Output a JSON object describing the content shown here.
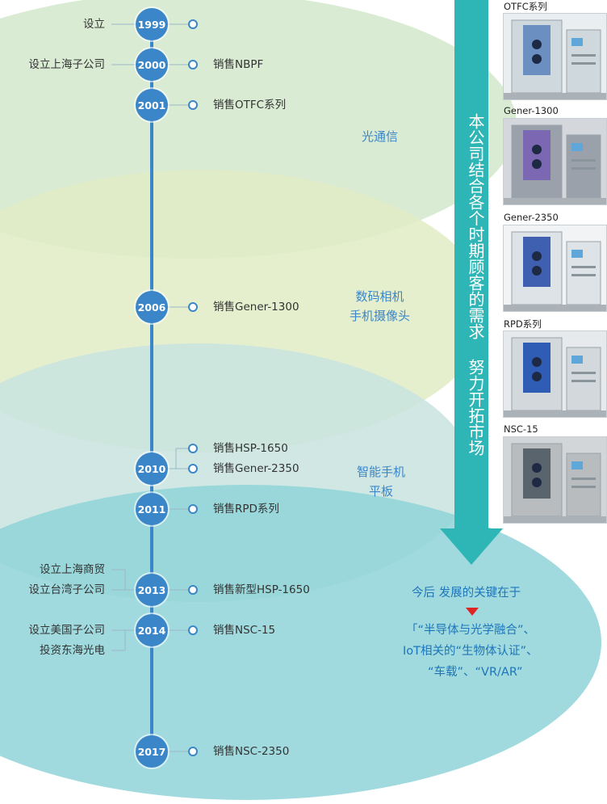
{
  "colors": {
    "spine": "#3a86c8",
    "arrow": "#2eb5b5",
    "era_text": "#3a86c8",
    "future_text": "#1d75b8",
    "marker": "#e02424"
  },
  "timeline": [
    {
      "year": "1999",
      "left": [
        "设立"
      ],
      "right": []
    },
    {
      "year": "2000",
      "left": [
        "设立上海子公司"
      ],
      "right": [
        "销售NBPF"
      ]
    },
    {
      "year": "2001",
      "left": [],
      "right": [
        "销售OTFC系列"
      ]
    },
    {
      "year": "2006",
      "left": [],
      "right": [
        "销售Gener-1300"
      ]
    },
    {
      "year": "2010",
      "left": [],
      "right": [
        "销售HSP-1650",
        "销售Gener-2350"
      ]
    },
    {
      "year": "2011",
      "left": [],
      "right": [
        "销售RPD系列"
      ]
    },
    {
      "year": "2013",
      "left": [
        "设立上海商贸",
        "设立台湾子公司"
      ],
      "right": [
        "销售新型HSP-1650"
      ]
    },
    {
      "year": "2014",
      "left": [
        "设立美国子公司",
        "投资东海光电"
      ],
      "right": [
        "销售NSC-15"
      ]
    },
    {
      "year": "2017",
      "left": [],
      "right": [
        "销售NSC-2350"
      ]
    }
  ],
  "eras": [
    {
      "lines": [
        "光通信"
      ]
    },
    {
      "lines": [
        "数码相机",
        "手机摄像头"
      ]
    },
    {
      "lines": [
        "智能手机",
        "平板"
      ]
    }
  ],
  "arrow_text": "本公司结合各个时期顾客的需求 努力开拓市场",
  "products": [
    {
      "label": "OTFC系列",
      "icon": "machine-photo-icon"
    },
    {
      "label": "Gener-1300",
      "icon": "machine-photo-icon"
    },
    {
      "label": "Gener-2350",
      "icon": "machine-photo-icon"
    },
    {
      "label": "RPD系列",
      "icon": "machine-photo-icon"
    },
    {
      "label": "NSC-15",
      "icon": "machine-photo-icon"
    }
  ],
  "future": {
    "heading": "今后 发展的关键在于",
    "lines": [
      "「“半导体与光学融合”、",
      "IoT相关的“生物体认证”、",
      "“车载”、“VR/AR”"
    ]
  }
}
